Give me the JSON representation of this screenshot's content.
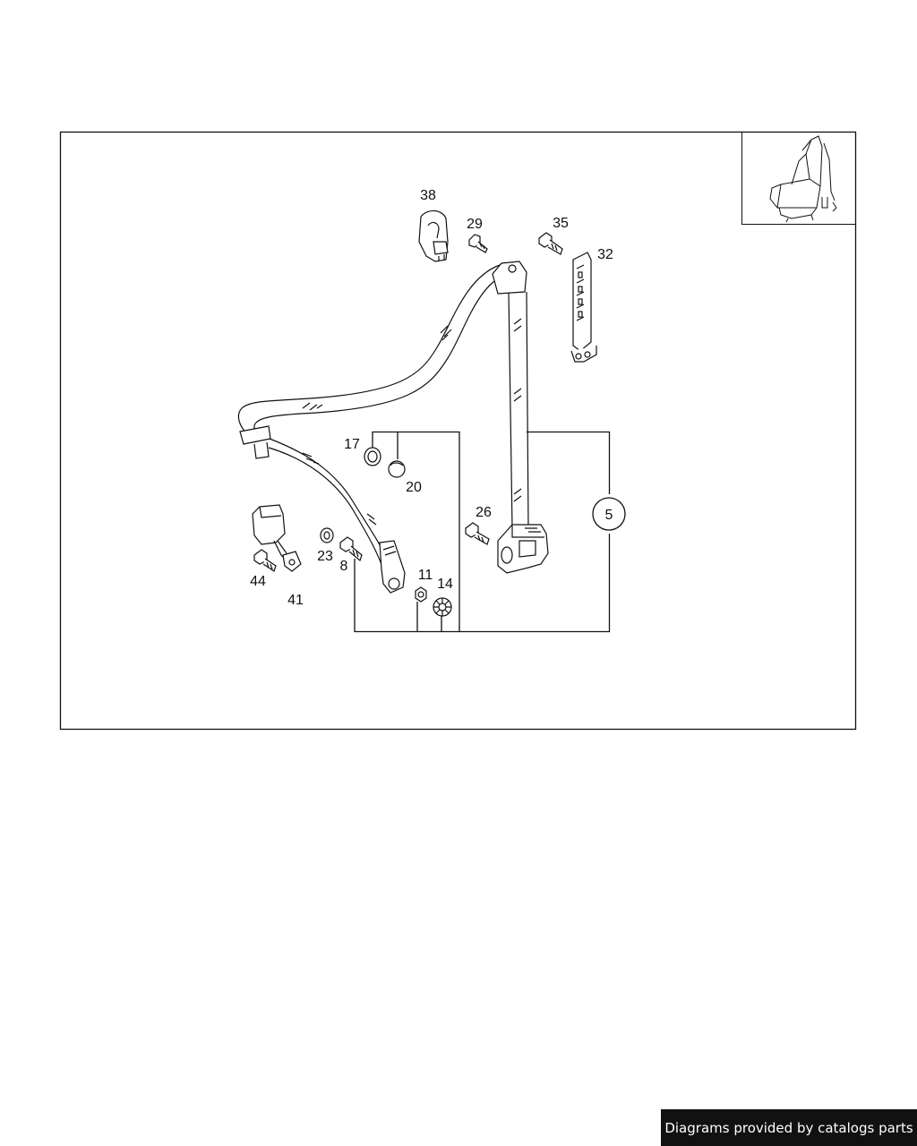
{
  "diagram": {
    "callouts": {
      "c38": "38",
      "c29": "29",
      "c35": "35",
      "c32": "32",
      "c17": "17",
      "c20": "20",
      "c26": "26",
      "c5": "5",
      "c23": "23",
      "c8": "8",
      "c44": "44",
      "c41": "41",
      "c11": "11",
      "c14": "14"
    },
    "colors": {
      "line": "#111111",
      "background": "#ffffff"
    }
  },
  "footer": {
    "credit": "Diagrams provided by catalogs parts"
  }
}
